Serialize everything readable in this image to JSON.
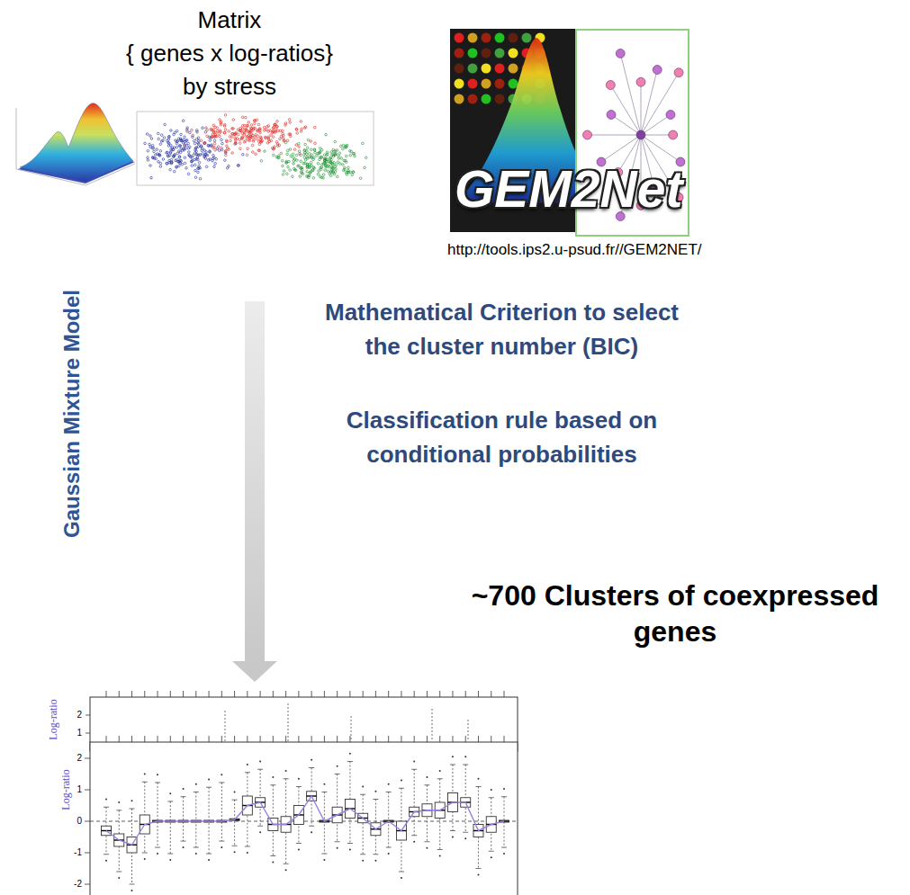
{
  "diagram": {
    "title": "Matrix { genes x log-ratios} by stress",
    "labels": [
      "Gaussian Mixture Model",
      "http://tools.ips2.u-psud.fr//GEM2NET/",
      "Mathematical Criterion to select the cluster number (BIC)",
      "Classification rule based on conditional probabilities",
      "~700 Clusters of coexpressed genes",
      "GEM2Net",
      "Log-ratio",
      "Log-ratio",
      "2",
      "1",
      "2",
      "1",
      "0",
      "-1",
      "-2"
    ]
  }
}
